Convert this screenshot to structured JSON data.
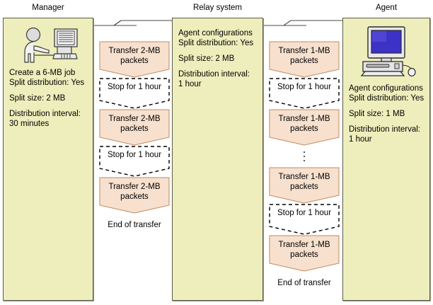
{
  "diagram": {
    "title_manager": "Manager",
    "title_relay": "Relay system",
    "title_agent": "Agent"
  },
  "manager_panel": {
    "icon": "person-at-computer-icon",
    "line1": "Create a 6-MB job",
    "line2": "Split distribution: Yes",
    "line3": "Split size: 2 MB",
    "line4": "Distribution interval:",
    "line5": "30 minutes"
  },
  "relay_panel": {
    "line1": "Agent configurations",
    "line2": "Split distribution: Yes",
    "line3": "Split size: 2 MB",
    "line4": "Distribution interval:",
    "line5": "1 hour"
  },
  "agent_panel": {
    "icon": "desktop-computer-icon",
    "line1": "Agent configurations",
    "line2": "Split distribution: Yes",
    "line3": "Split size: 1 MB",
    "line4": "Distribution interval:",
    "line5": "1 hour"
  },
  "flow_manager_to_relay": {
    "end_note": "End of transfer",
    "steps": [
      {
        "type": "transfer",
        "line1": "Transfer 2-MB",
        "line2": "packets"
      },
      {
        "type": "stop",
        "line1": "Stop for 1 hour",
        "line2": ""
      },
      {
        "type": "transfer",
        "line1": "Transfer 2-MB",
        "line2": "packets"
      },
      {
        "type": "stop",
        "line1": "Stop for 1 hour",
        "line2": ""
      },
      {
        "type": "transfer",
        "line1": "Transfer 2-MB",
        "line2": "packets"
      }
    ]
  },
  "flow_relay_to_agent": {
    "end_note": "End of transfer",
    "steps": [
      {
        "type": "transfer",
        "line1": "Transfer 1-MB",
        "line2": "packets"
      },
      {
        "type": "stop",
        "line1": "Stop for 1 hour",
        "line2": ""
      },
      {
        "type": "transfer",
        "line1": "Transfer 1-MB",
        "line2": "packets"
      },
      {
        "type": "ellipsis",
        "line1": "",
        "line2": ""
      },
      {
        "type": "transfer",
        "line1": "Transfer 1-MB",
        "line2": "packets"
      },
      {
        "type": "stop",
        "line1": "Stop for 1 hour",
        "line2": ""
      },
      {
        "type": "transfer",
        "line1": "Transfer 1-MB",
        "line2": "packets"
      }
    ]
  },
  "colors": {
    "panel_fill": "#eeeebc",
    "panel_border": "#5a5a4a",
    "arrow_fill": "#f7e0ce",
    "arrow_border": "#c08a63",
    "dash_border": "#000000",
    "screen_blue": "#3c32c8",
    "line": "#4a4a4a"
  }
}
